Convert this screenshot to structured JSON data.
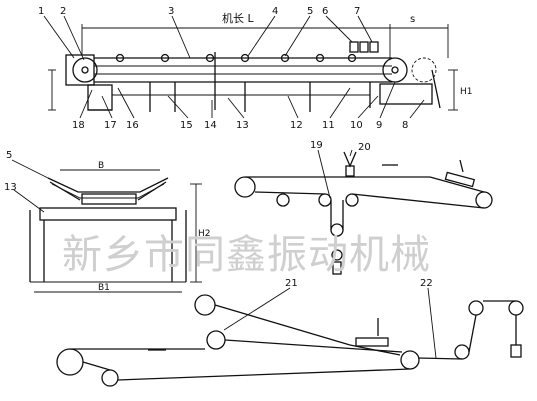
{
  "top_view": {
    "callouts": [
      "1",
      "2",
      "3",
      "4",
      "5",
      "6",
      "7",
      "8",
      "9",
      "10",
      "11",
      "12",
      "13",
      "14",
      "15",
      "16",
      "17",
      "18"
    ],
    "dim_length_label": "机长 L",
    "dim_s_label": "s",
    "dim_h1_label": "H1"
  },
  "cross_section": {
    "callouts": [
      "5",
      "13"
    ],
    "dim_b_label": "B",
    "dim_b1_label": "B1",
    "dim_h2_label": "H2"
  },
  "layout_a": {
    "callouts": [
      "19",
      "20"
    ]
  },
  "layout_b": {
    "callouts": [
      "21",
      "22"
    ]
  },
  "watermark": "新乡市同鑫振动机械",
  "colors": {
    "line": "#111111",
    "watermark": "#cfcfcf",
    "background": "#ffffff"
  }
}
